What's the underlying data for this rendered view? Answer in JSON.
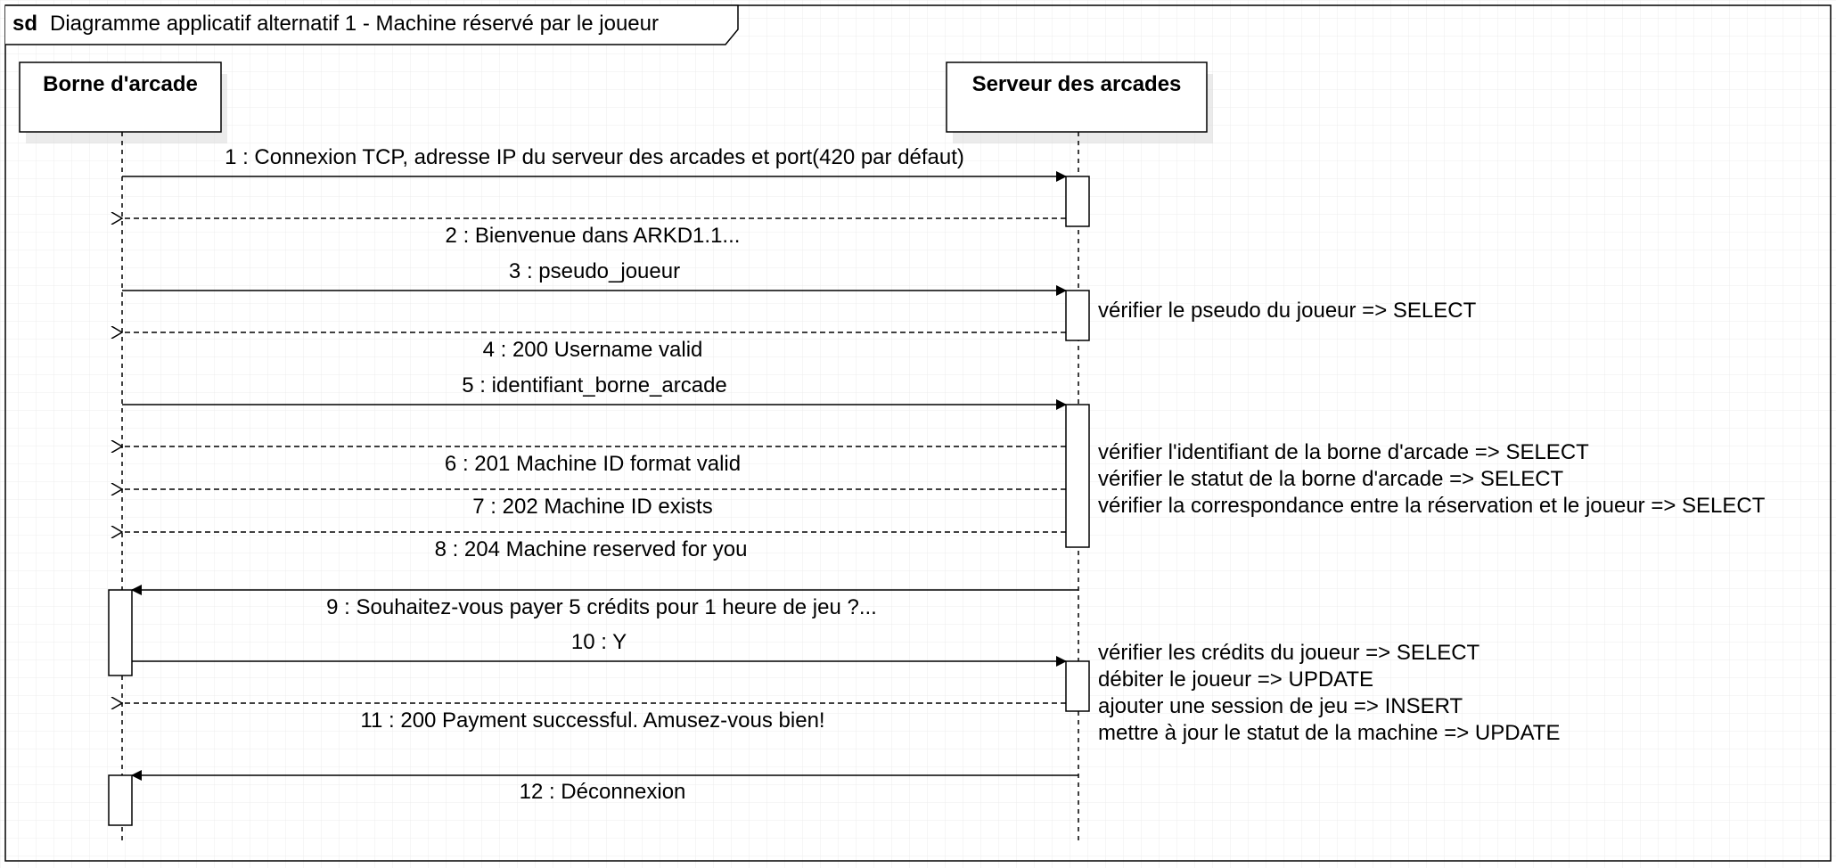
{
  "frame": {
    "keyword": "sd",
    "title": "Diagramme applicatif alternatif 1 - Machine réservé par le joueur"
  },
  "lifelines": [
    {
      "id": "borne",
      "name": "Borne d'arcade"
    },
    {
      "id": "serveur",
      "name": "Serveur des arcades"
    }
  ],
  "messages": [
    {
      "label": "1 : Connexion TCP, adresse IP du serveur des arcades et port(420 par défaut)",
      "from": "borne",
      "to": "serveur",
      "kind": "sync"
    },
    {
      "label": "2 : Bienvenue dans ARKD1.1...",
      "from": "serveur",
      "to": "borne",
      "kind": "reply"
    },
    {
      "label": "3 : pseudo_joueur",
      "from": "borne",
      "to": "serveur",
      "kind": "sync"
    },
    {
      "label": "4 : 200 Username valid",
      "from": "serveur",
      "to": "borne",
      "kind": "reply"
    },
    {
      "label": "5 : identifiant_borne_arcade",
      "from": "borne",
      "to": "serveur",
      "kind": "sync"
    },
    {
      "label": "6 : 201 Machine ID format valid",
      "from": "serveur",
      "to": "borne",
      "kind": "reply"
    },
    {
      "label": "7 : 202 Machine ID exists",
      "from": "serveur",
      "to": "borne",
      "kind": "reply"
    },
    {
      "label": "8 : 204 Machine reserved for you",
      "from": "serveur",
      "to": "borne",
      "kind": "reply"
    },
    {
      "label": "9 : Souhaitez-vous payer 5 crédits pour 1 heure de jeu ?...",
      "from": "serveur",
      "to": "borne",
      "kind": "sync"
    },
    {
      "label": "10 : Y",
      "from": "borne",
      "to": "serveur",
      "kind": "sync"
    },
    {
      "label": "11 : 200 Payment successful. Amusez-vous bien!",
      "from": "serveur",
      "to": "borne",
      "kind": "reply"
    },
    {
      "label": "12 : Déconnexion",
      "from": "serveur",
      "to": "borne",
      "kind": "sync"
    }
  ],
  "notes": [
    {
      "lines": [
        "vérifier le pseudo du joueur => SELECT"
      ]
    },
    {
      "lines": [
        "vérifier l'identifiant de la borne d'arcade => SELECT",
        "vérifier le statut de la borne d'arcade => SELECT",
        "vérifier la correspondance entre la réservation et le joueur => SELECT"
      ]
    },
    {
      "lines": [
        "vérifier les crédits du joueur => SELECT",
        "débiter le joueur => UPDATE",
        "ajouter une session de jeu => INSERT",
        "mettre à jour le statut de la machine => UPDATE"
      ]
    }
  ],
  "colors": {
    "line": "#000000",
    "background": "#ffffff",
    "grid": "#e6e6e6",
    "shadow": "#dddddd"
  }
}
